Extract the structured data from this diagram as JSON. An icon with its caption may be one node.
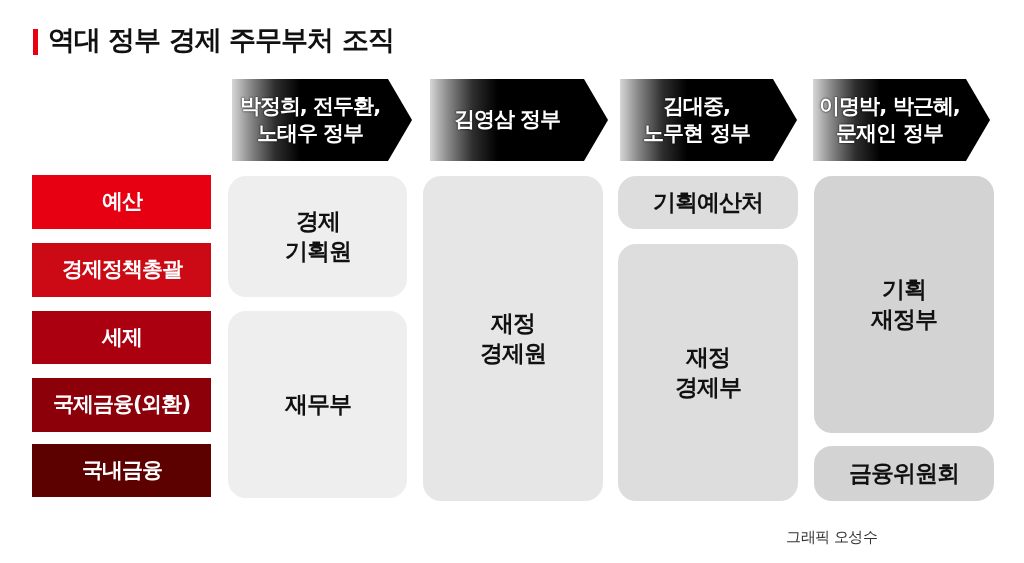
{
  "diagram": {
    "title": "역대 정부 경제 주무부처 조직",
    "nodes": [
      {
        "text": [
          "박정희, 전두환, 노태우 정부"
        ]
      },
      {
        "text": [
          "김영삼 정부"
        ]
      },
      {
        "text": [
          "김대중, 노무현 정부"
        ]
      },
      {
        "text": [
          "이명박, 박근혜, 문재인 정부"
        ]
      },
      {
        "text": [
          "예산"
        ]
      },
      {
        "text": [
          "경제정책총괄"
        ]
      },
      {
        "text": [
          "세제"
        ]
      },
      {
        "text": [
          "국제금융(외환)"
        ]
      },
      {
        "text": [
          "국내금융"
        ]
      },
      {
        "text": [
          "경제 기획원"
        ]
      },
      {
        "text": [
          "재무부"
        ]
      },
      {
        "text": [
          "재정 경제원"
        ]
      },
      {
        "text": [
          "기획예산처"
        ]
      },
      {
        "text": [
          "재정 경제부"
        ]
      },
      {
        "text": [
          "기획 재정부"
        ]
      },
      {
        "text": [
          "금융위원회"
        ]
      }
    ],
    "labels": [
      "그래픽 오성수"
    ]
  }
}
